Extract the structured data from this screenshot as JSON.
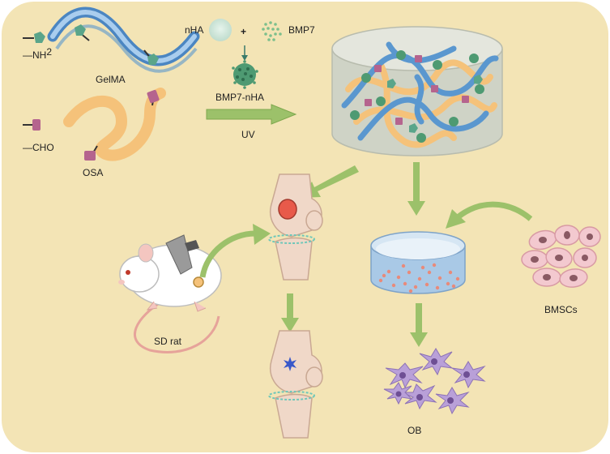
{
  "labels": {
    "nh2_prefix": "—NH",
    "nh2_sub": "2",
    "gelma": "GelMA",
    "nha": "nHA",
    "plus": "+",
    "bmp7": "BMP7",
    "bmp7_nha": "BMP7-nHA",
    "uv": "UV",
    "cho": "—CHO",
    "osa": "OSA",
    "sd_rat": "SD rat",
    "bmscs": "BMSCs",
    "ob": "OB"
  },
  "colors": {
    "background": "#f3e4b5",
    "arrow": "#9cc16a",
    "gelma_blue": "#6fa8dc",
    "osa_orange": "#f5c27a",
    "amine_green": "#5aa58a",
    "aldehyde_pink": "#b5648e",
    "nha_teal": "#cfe8dc",
    "bmp7_green": "#4e9a72",
    "bone": "#f0d8c8",
    "cell_pink": "#f3c9cf",
    "ob_purple": "#b9a0d8",
    "dish_blue": "#b8d3ea"
  }
}
